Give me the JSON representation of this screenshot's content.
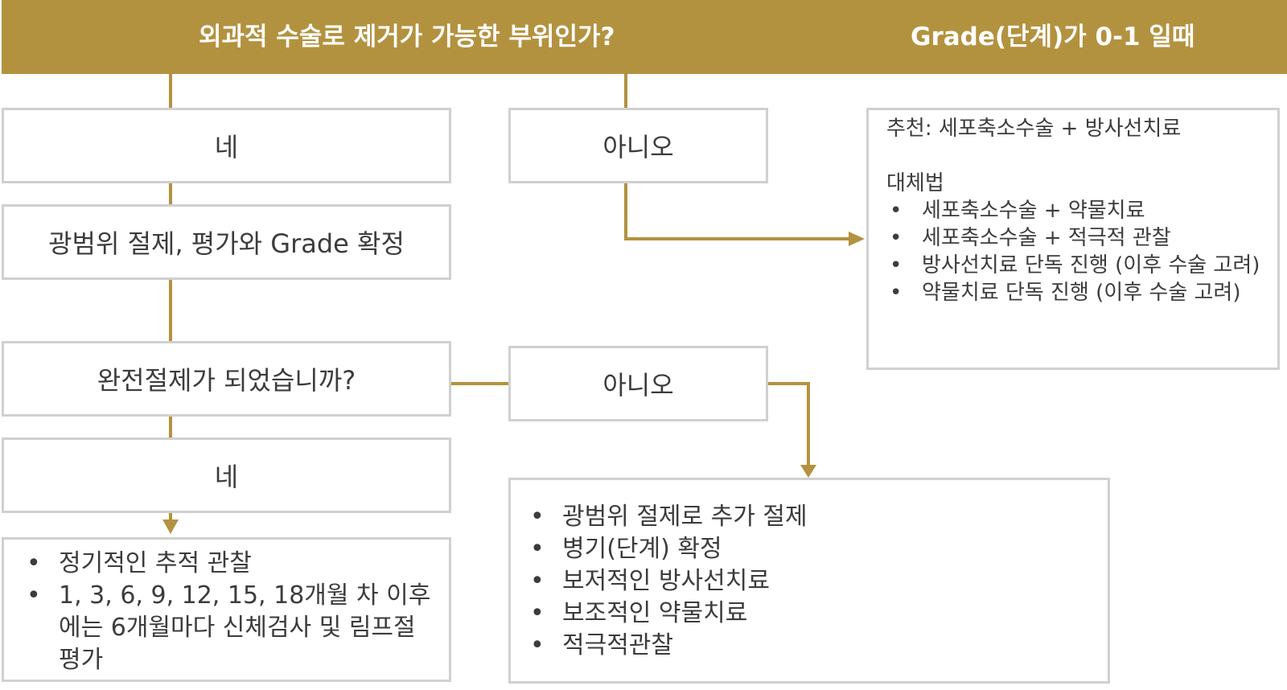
{
  "header": {
    "question": "외과적 수술로 제거가 가능한 부위인가?",
    "grade_condition": "Grade(단계)가 0-1 일때"
  },
  "nodes": {
    "yes_1": "네",
    "no_1": "아니오",
    "wide_excision": "광범위 절제, 평가와 Grade 확정",
    "complete_question": "완전절제가 되었습니까?",
    "no_2": "아니오",
    "yes_2": "네"
  },
  "recommendation": {
    "title": "추천: 세포축소수술 + 방사선치료",
    "alt_title": "대체법",
    "items": [
      "세포축소수술 + 약물치료",
      "세포축소수술 + 적극적 관찰",
      "방사선치료 단독 진행 (이후 수술 고려)",
      "약물치료 단독 진행 (이후 수술 고려)"
    ]
  },
  "followup": {
    "items": [
      "정기적인 추적 관찰",
      "1, 3, 6, 9, 12, 15, 18개월 차 이후에는 6개월마다 신체검사 및 림프절 평가"
    ]
  },
  "additional": {
    "items": [
      "광범위 절제로 추가 절제",
      "병기(단계) 확정",
      "보저적인 방사선치료",
      "보조적인 약물치료",
      "적극적관찰"
    ]
  },
  "colors": {
    "accent": "#b3923f",
    "border": "#d0d0d0",
    "text": "#3c3c3c"
  }
}
